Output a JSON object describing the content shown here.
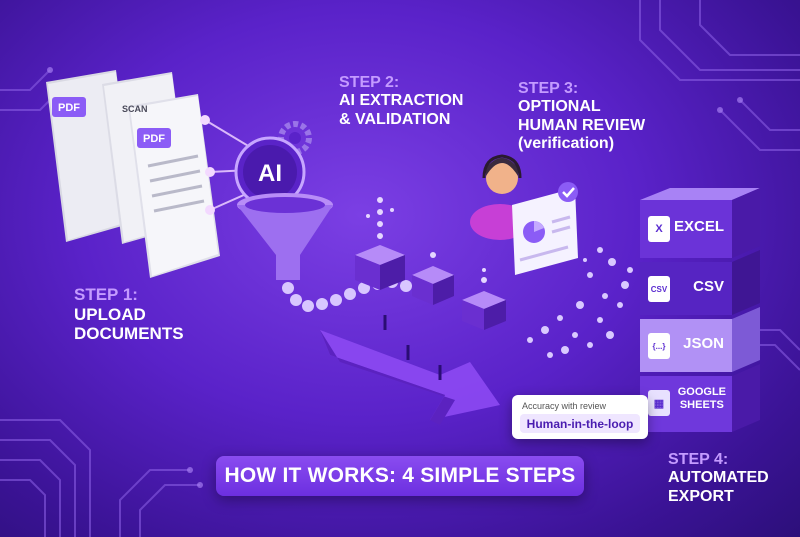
{
  "steps": {
    "s1": {
      "num": "STEP 1:",
      "line1": "UPLOAD",
      "line2": "DOCUMENTS"
    },
    "s2": {
      "num": "STEP 2:",
      "line1": "AI EXTRACTION",
      "line2": "& VALIDATION"
    },
    "s3": {
      "num": "STEP 3:",
      "line1": "OPTIONAL",
      "line2": "HUMAN REVIEW",
      "note": "(verification)"
    },
    "s4": {
      "num": "STEP 4:",
      "line1": "AUTOMATED",
      "line2": "EXPORT"
    }
  },
  "banner": "HOW IT WORKS: 4 SIMPLE STEPS",
  "review_box": {
    "caption": "Accuracy with review",
    "value": "Human-in-the-loop"
  },
  "documents": {
    "doc1": "PDF",
    "doc2": "SCAN",
    "doc3": "PDF"
  },
  "ai_label": "AI",
  "exports": {
    "excel": {
      "label": "EXCEL",
      "icon_text": "X"
    },
    "csv": {
      "label": "CSV",
      "icon_text": "CSV"
    },
    "json": {
      "label": "JSON",
      "icon_text": "{...}"
    },
    "sheets": {
      "label1": "GOOGLE",
      "label2": "SHEETS"
    }
  },
  "colors": {
    "accent": "#c49bff",
    "background": "#5a22c9",
    "banner": "#7a3ee8"
  }
}
